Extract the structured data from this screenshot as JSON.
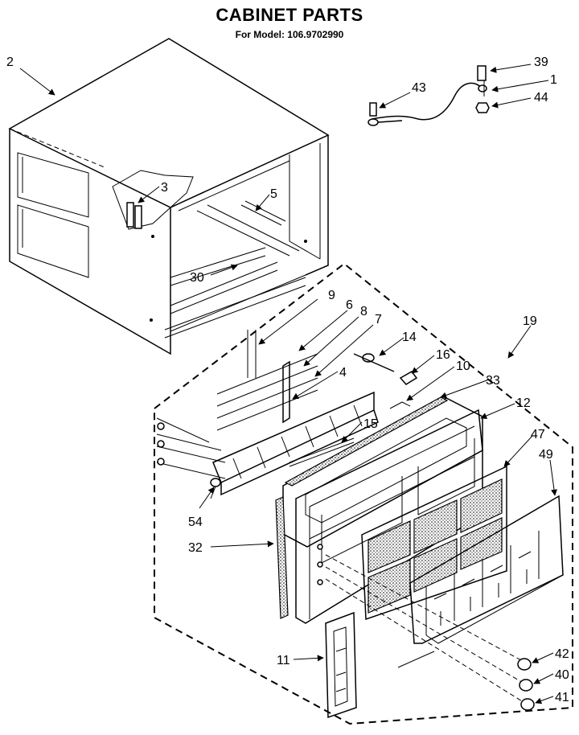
{
  "title": "CABINET PARTS",
  "subtitle": "For Model: 106.9702990",
  "callouts": [
    {
      "id": "2"
    },
    {
      "id": "3"
    },
    {
      "id": "5"
    },
    {
      "id": "30"
    },
    {
      "id": "9"
    },
    {
      "id": "6"
    },
    {
      "id": "8"
    },
    {
      "id": "7"
    },
    {
      "id": "4"
    },
    {
      "id": "14"
    },
    {
      "id": "16"
    },
    {
      "id": "10"
    },
    {
      "id": "33"
    },
    {
      "id": "12"
    },
    {
      "id": "15"
    },
    {
      "id": "19"
    },
    {
      "id": "47"
    },
    {
      "id": "49"
    },
    {
      "id": "54"
    },
    {
      "id": "32"
    },
    {
      "id": "11"
    },
    {
      "id": "42"
    },
    {
      "id": "40"
    },
    {
      "id": "41"
    },
    {
      "id": "43"
    },
    {
      "id": "39"
    },
    {
      "id": "1"
    },
    {
      "id": "44"
    }
  ]
}
